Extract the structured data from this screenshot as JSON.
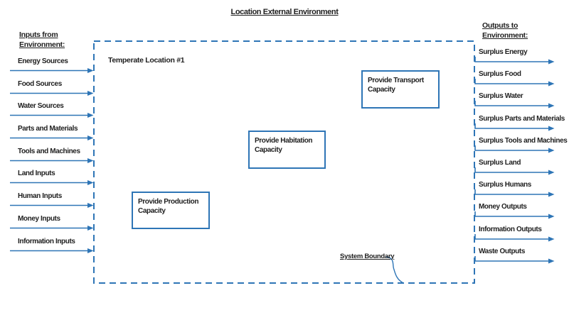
{
  "title": "Location External Environment",
  "colors": {
    "accent": "#2E75B6",
    "text": "#1f1f1f",
    "background": "#ffffff"
  },
  "inputs": {
    "header": [
      "Inputs from",
      "Environment:"
    ],
    "items": [
      "Energy Sources",
      "Food Sources",
      "Water Sources",
      "Parts and Materials",
      "Tools and Machines",
      "Land Inputs",
      "Human Inputs",
      "Money Inputs",
      "Information Inputs"
    ]
  },
  "outputs": {
    "header": [
      "Outputs to",
      "Environment:"
    ],
    "items": [
      "Surplus Energy",
      "Surplus Food",
      "Surplus Water",
      "Surplus Parts and Materials",
      "Surplus Tools and Machines",
      "Surplus Land",
      "Surplus Humans",
      "Money Outputs",
      "Information Outputs",
      "Waste Outputs"
    ]
  },
  "system": {
    "location_label": "Temperate Location #1",
    "boundary_label": "System Boundary",
    "function_boxes": [
      "Provide Production Capacity",
      "Provide Habitation Capacity",
      "Provide Transport Capacity"
    ]
  }
}
